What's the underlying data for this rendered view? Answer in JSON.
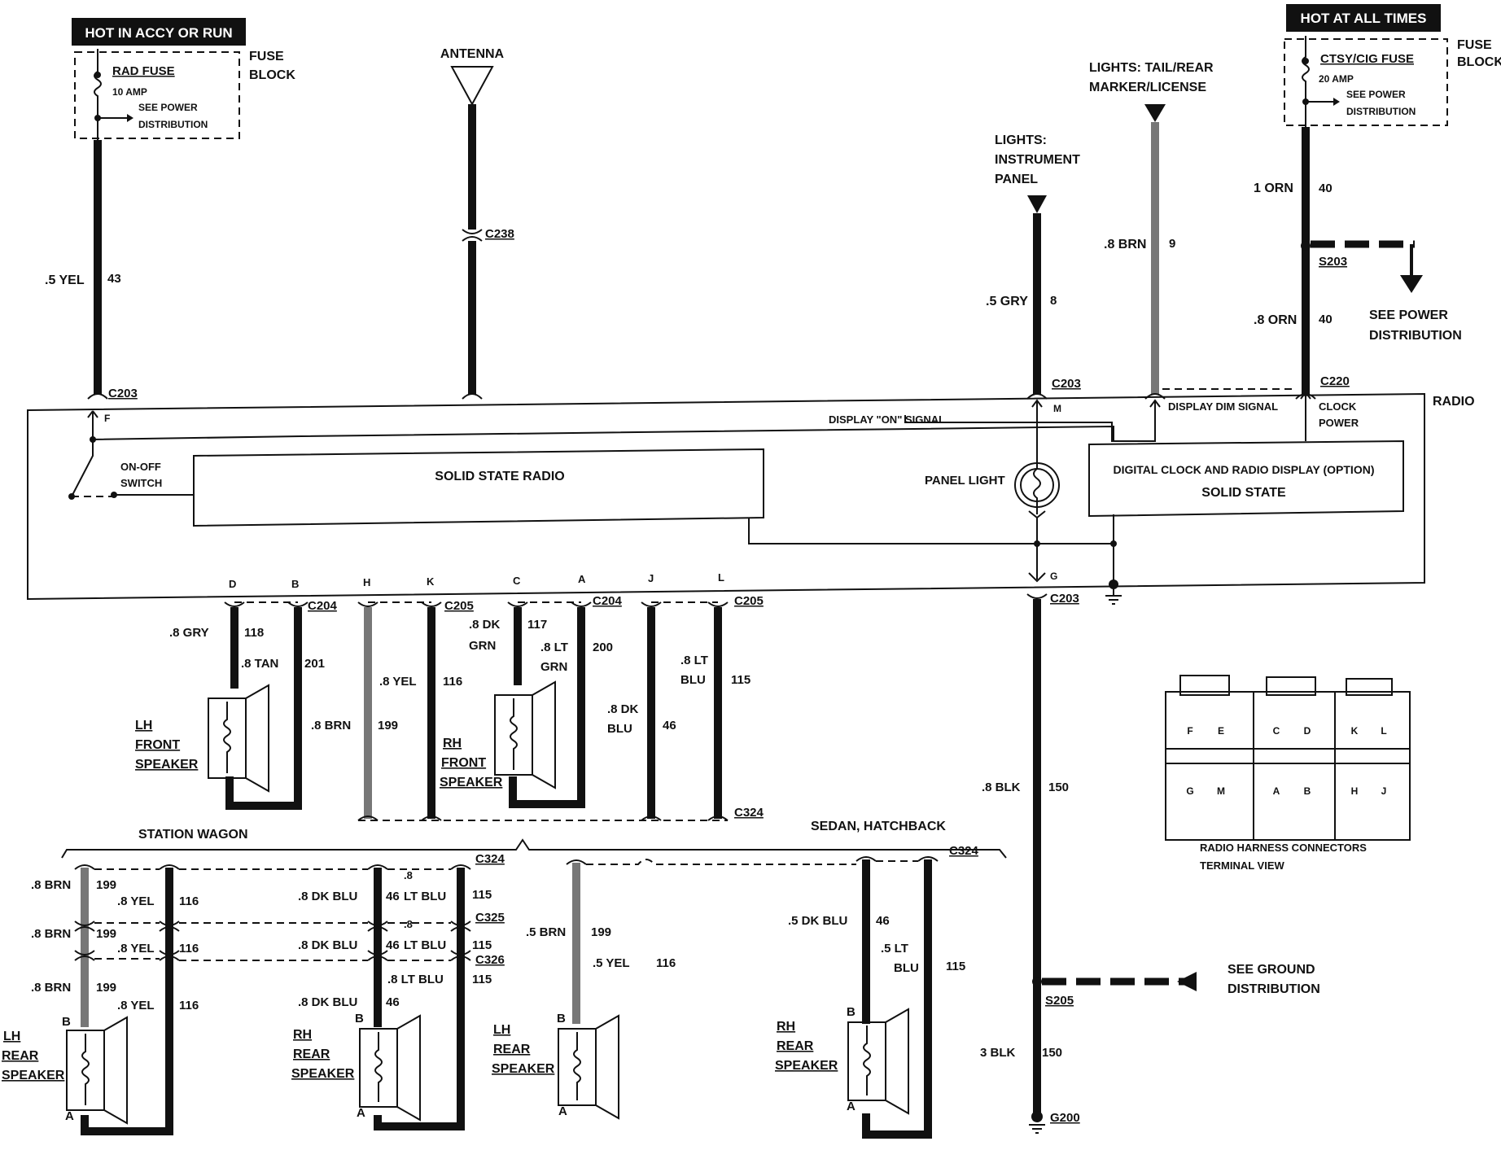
{
  "top": {
    "hot_accy": "HOT IN ACCY OR RUN",
    "hot_all": "HOT AT ALL TIMES",
    "fuse_block": [
      "FUSE",
      "BLOCK"
    ],
    "fuse_block_right": [
      "FUSE",
      "BLOCK"
    ],
    "rad_fuse": "RAD FUSE",
    "rad_amp": "10 AMP",
    "see_power_1": [
      "SEE POWER",
      "DISTRIBUTION"
    ],
    "ctsy_fuse": "CTSY/CIG FUSE",
    "ctsy_amp": "20 AMP",
    "see_power_2": [
      "SEE POWER",
      "DISTRIBUTION"
    ],
    "antenna": "ANTENNA",
    "lights_tail": [
      "LIGHTS: TAIL/REAR",
      "MARKER/LICENSE"
    ],
    "lights_ip": [
      "LIGHTS:",
      "INSTRUMENT",
      "PANEL"
    ],
    "see_power_3": [
      "SEE POWER",
      "DISTRIBUTION"
    ]
  },
  "wires_top": {
    "yel": ".5 YEL",
    "yel_n": "43",
    "c238": "C238",
    "gry": ".5 GRY",
    "gry_n": "8",
    "brn": ".8 BRN",
    "brn_n": "9",
    "orn1": "1 ORN",
    "orn1_n": "40",
    "s203": "S203",
    "orn2": ".8 ORN",
    "orn2_n": "40"
  },
  "connectors": {
    "c203_a": "C203",
    "c203_b": "C203",
    "c220": "C220",
    "c203_g": "C203",
    "c204_a": "C204",
    "c205_a": "C205",
    "c204_b": "C204",
    "c205_b": "C205",
    "c324_a": "C324",
    "c324_b": "C324",
    "c325": "C325",
    "c326": "C326",
    "c324_c": "C324",
    "s205": "S205",
    "g200": "G200"
  },
  "radio": {
    "label": "RADIO",
    "pin_f": "F",
    "pin_m": "M",
    "pin_g": "G",
    "on_off": [
      "ON-OFF",
      "SWITCH"
    ],
    "solid_state": "SOLID STATE RADIO",
    "display_on": "DISPLAY \"ON\" SIGNAL",
    "display_dim": "DISPLAY DIM SIGNAL",
    "clock_power": [
      "CLOCK",
      "POWER"
    ],
    "panel_light": "PANEL LIGHT",
    "digital_clock": "DIGITAL CLOCK AND RADIO DISPLAY (OPTION)",
    "solid_state_2": "SOLID STATE"
  },
  "pins": [
    "D",
    "B",
    "H",
    "K",
    "C",
    "A",
    "J",
    "L"
  ],
  "front": {
    "gry": ".8 GRY",
    "gry_n": "118",
    "tan": ".8 TAN",
    "tan_n": "201",
    "brn": ".8 BRN",
    "brn_n": "199",
    "yel": ".8 YEL",
    "yel_n": "116",
    "dkgrn": [
      ".8 DK",
      "GRN"
    ],
    "dkgrn_n": "117",
    "ltgrn": [
      ".8 LT",
      "GRN"
    ],
    "ltgrn_n": "200",
    "dkblu": [
      ".8 DK",
      "BLU"
    ],
    "dkblu_n": "46",
    "ltblu": [
      ".8 LT",
      "BLU"
    ],
    "ltblu_n": "115",
    "lh_front": [
      "LH",
      "FRONT",
      "SPEAKER"
    ],
    "rh_front": [
      "RH",
      "FRONT",
      "SPEAKER"
    ]
  },
  "ground": {
    "blk1": ".8 BLK",
    "blk1_n": "150",
    "blk3": "3 BLK",
    "blk3_n": "150",
    "see_ground": [
      "SEE GROUND",
      "DISTRIBUTION"
    ]
  },
  "harness": [
    "RADIO HARNESS CONNECTORS",
    "TERMINAL VIEW"
  ],
  "harness_pins": [
    "F",
    "E",
    "C",
    "D",
    "K",
    "L",
    "G",
    "M",
    "A",
    "B",
    "H",
    "J"
  ],
  "rear": {
    "station_wagon": "STATION WAGON",
    "sedan": "SEDAN, HATCHBACK",
    "sw_brn": ".8 BRN",
    "sw_brn_n": "199",
    "sw_yel": ".8 YEL",
    "sw_yel_n": "116",
    "sw_dkblu": ".8 DK BLU",
    "sw_dkblu_n": "46",
    "sw_ltblu": "LT BLU",
    "sw_ltblu_pre": ".8",
    "sw_ltblu_n": "115",
    "sw_ltblu_full": ".8 LT BLU",
    "s_brn": ".5 BRN",
    "s_brn_n": "199",
    "s_yel": ".5 YEL",
    "s_yel_n": "116",
    "s_dkblu": ".5 DK BLU",
    "s_dkblu_n": "46",
    "s_ltblu": [
      ".5 LT",
      "BLU"
    ],
    "s_ltblu_n": "115",
    "lh_rear": [
      "LH",
      "REAR",
      "SPEAKER"
    ],
    "rh_rear": [
      "RH",
      "REAR",
      "SPEAKER"
    ],
    "pin_b": "B",
    "pin_a": "A"
  }
}
